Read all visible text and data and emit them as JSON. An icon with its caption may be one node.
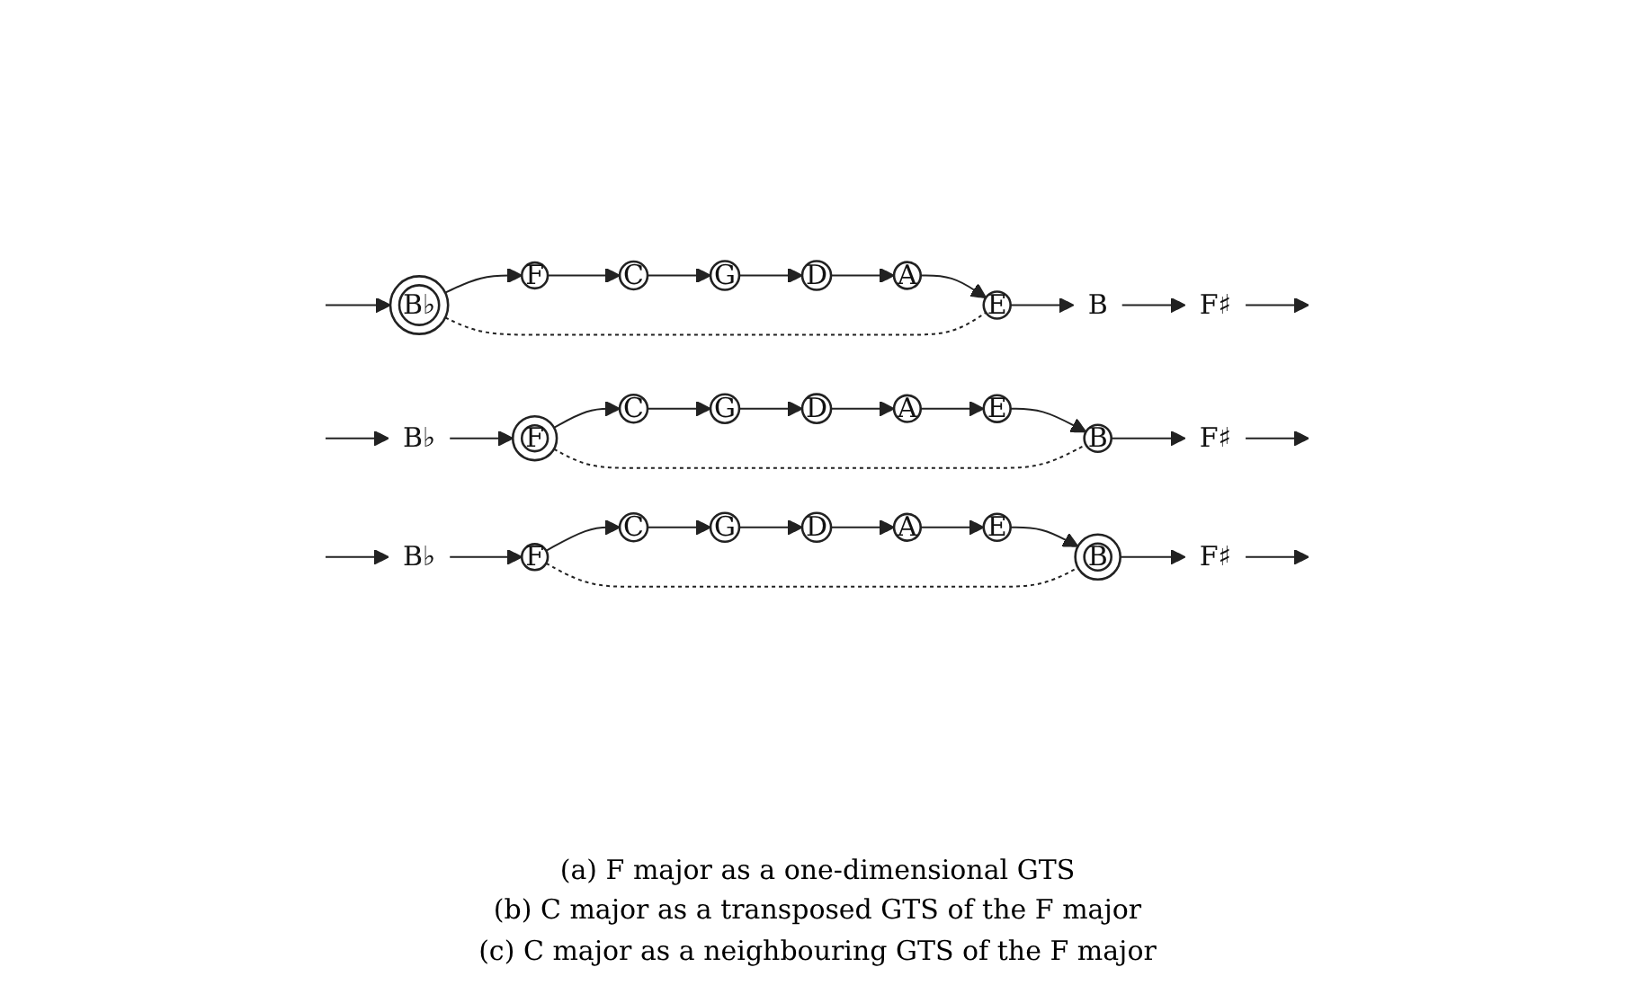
{
  "diagram": {
    "nodes": [
      {
        "text": [
          "B♭"
        ]
      },
      {
        "text": [
          "F"
        ]
      },
      {
        "text": [
          "C"
        ]
      },
      {
        "text": [
          "G"
        ]
      },
      {
        "text": [
          "D"
        ]
      },
      {
        "text": [
          "A"
        ]
      },
      {
        "text": [
          "E"
        ]
      },
      {
        "text": [
          "B"
        ]
      },
      {
        "text": [
          "F♯"
        ]
      },
      {
        "text": [
          "B♭"
        ]
      },
      {
        "text": [
          "F"
        ]
      },
      {
        "text": [
          "C"
        ]
      },
      {
        "text": [
          "G"
        ]
      },
      {
        "text": [
          "D"
        ]
      },
      {
        "text": [
          "A"
        ]
      },
      {
        "text": [
          "E"
        ]
      },
      {
        "text": [
          "B"
        ]
      },
      {
        "text": [
          "F♯"
        ]
      },
      {
        "text": [
          "B♭"
        ]
      },
      {
        "text": [
          "F"
        ]
      },
      {
        "text": [
          "C"
        ]
      },
      {
        "text": [
          "G"
        ]
      },
      {
        "text": [
          "D"
        ]
      },
      {
        "text": [
          "A"
        ]
      },
      {
        "text": [
          "E"
        ]
      },
      {
        "text": [
          "B"
        ]
      },
      {
        "text": [
          "F♯"
        ]
      }
    ],
    "edges": [
      {
        "from": null,
        "to": 0,
        "arrow": "to"
      },
      {
        "from": 0,
        "to": 1,
        "arrow": "to"
      },
      {
        "from": 1,
        "to": 2,
        "arrow": "to"
      },
      {
        "from": 2,
        "to": 3,
        "arrow": "to"
      },
      {
        "from": 3,
        "to": 4,
        "arrow": "to"
      },
      {
        "from": 4,
        "to": 5,
        "arrow": "to"
      },
      {
        "from": 5,
        "to": 6,
        "arrow": "to"
      },
      {
        "from": 6,
        "to": 7,
        "arrow": "to"
      },
      {
        "from": 7,
        "to": 8,
        "arrow": "to"
      },
      {
        "from": 8,
        "to": null,
        "arrow": "to"
      },
      {
        "from": 0,
        "to": 6,
        "arrow": "none",
        "style": "dashed"
      },
      {
        "from": null,
        "to": 9,
        "arrow": "to"
      },
      {
        "from": 9,
        "to": 10,
        "arrow": "to"
      },
      {
        "from": 10,
        "to": 11,
        "arrow": "to"
      },
      {
        "from": 11,
        "to": 12,
        "arrow": "to"
      },
      {
        "from": 12,
        "to": 13,
        "arrow": "to"
      },
      {
        "from": 13,
        "to": 14,
        "arrow": "to"
      },
      {
        "from": 14,
        "to": 15,
        "arrow": "to"
      },
      {
        "from": 15,
        "to": 16,
        "arrow": "to"
      },
      {
        "from": 16,
        "to": 17,
        "arrow": "to"
      },
      {
        "from": 17,
        "to": null,
        "arrow": "to"
      },
      {
        "from": 10,
        "to": 16,
        "arrow": "none",
        "style": "dashed"
      },
      {
        "from": null,
        "to": 18,
        "arrow": "to"
      },
      {
        "from": 18,
        "to": 19,
        "arrow": "to"
      },
      {
        "from": 19,
        "to": 20,
        "arrow": "to"
      },
      {
        "from": 20,
        "to": 21,
        "arrow": "to"
      },
      {
        "from": 21,
        "to": 22,
        "arrow": "to"
      },
      {
        "from": 22,
        "to": 23,
        "arrow": "to"
      },
      {
        "from": 23,
        "to": 24,
        "arrow": "to"
      },
      {
        "from": 24,
        "to": 25,
        "arrow": "to"
      },
      {
        "from": 25,
        "to": 26,
        "arrow": "to"
      },
      {
        "from": 26,
        "to": null,
        "arrow": "to"
      },
      {
        "from": 19,
        "to": 25,
        "arrow": "none",
        "style": "dashed"
      }
    ],
    "labels": [
      "(a) F major as a one-dimensional GTS",
      "(b) C major as a transposed GTS of the F major",
      "(c) C major as a neighbouring GTS of the F major"
    ]
  }
}
